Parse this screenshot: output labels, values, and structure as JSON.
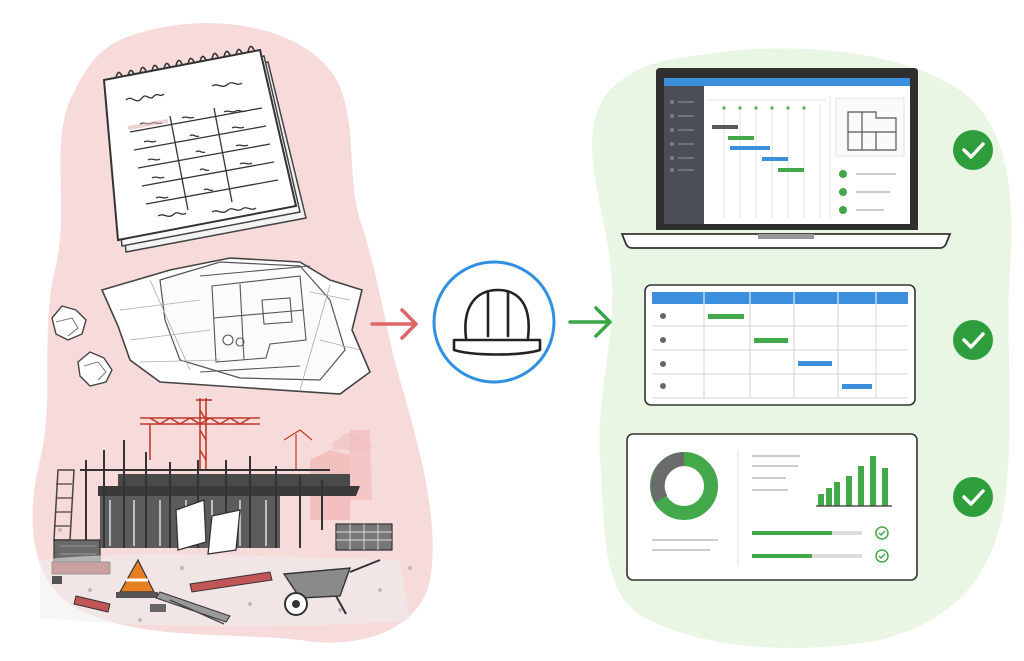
{
  "scene": {
    "left_panel": {
      "items": [
        "spiral-notebook",
        "crumpled-blueprint",
        "construction-site"
      ],
      "background_color": "#f7dada"
    },
    "center": {
      "icon": "hard-hat-icon",
      "ring_color": "#2f8fe0",
      "incoming_arrow_color": "#e06666",
      "outgoing_arrow_color": "#3aa648"
    },
    "right_panel": {
      "background_color": "#eaf6e4",
      "items": [
        "laptop-gantt-dashboard",
        "schedule-table",
        "analytics-dashboard"
      ],
      "check_color": "#2e9e3c"
    },
    "colors": {
      "green": "#43a84a",
      "blue": "#3b8fdc",
      "gray": "#5a5a5a",
      "line": "#333333"
    }
  }
}
